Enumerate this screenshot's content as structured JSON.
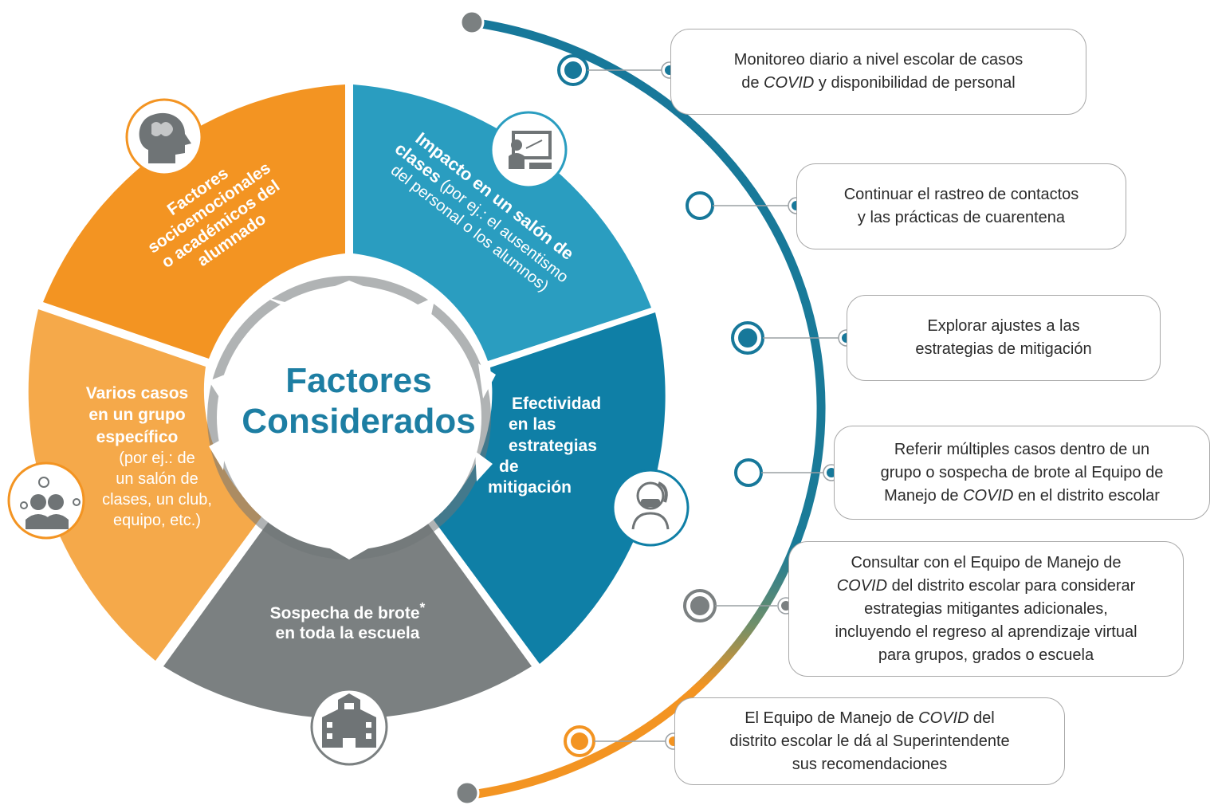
{
  "center": {
    "line1": "Factores",
    "line2": "Considerados"
  },
  "segments": {
    "impacto": {
      "bold1": "Impacto en un salón de",
      "bold2": "clases",
      "light2": " (por ej.: el ausentismo",
      "light3": "del personal o los alumnos)"
    },
    "efectividad": {
      "line1": "Efectividad",
      "line2": "en las",
      "line3": "estrategias",
      "line4": "de",
      "line5": "mitigación"
    },
    "sospecha": {
      "line1": "Sospecha de brote",
      "asterisk": "*",
      "line2": "en toda la escuela"
    },
    "varios": {
      "bold1": "Varios casos",
      "bold2": "en un grupo",
      "bold3": "específico",
      "light1": "(por ej.: de",
      "light2": "un salón de",
      "light3": "clases, un club,",
      "light4": "equipo, etc.)"
    },
    "factores": {
      "line1": "Factores",
      "line2": "socioemocionales",
      "line3": "o académicos del",
      "line4": "alumnado"
    }
  },
  "icons": [
    "brain-head-icon",
    "teacher-board-icon",
    "masked-person-icon",
    "school-building-icon",
    "group-gears-icon"
  ],
  "steps": [
    {
      "before": "Monitoreo diario a nivel escolar de casos",
      "line2a": "de ",
      "em": "COVID",
      "line2b": " y disponibilidad de personal"
    },
    {
      "line1": "Continuar el rastreo de contactos",
      "line2": "y las prácticas de cuarentena"
    },
    {
      "line1": "Explorar ajustes a las",
      "line2": "estrategias de mitigación"
    },
    {
      "line1": "Referir múltiples casos dentro de un",
      "line2": "grupo o sospecha de brote al Equipo de",
      "line3a": "Manejo de ",
      "em": "COVID",
      "line3b": " en el distrito escolar"
    },
    {
      "line1": "Consultar con el Equipo de Manejo de",
      "em": "COVID",
      "line2b": " del distrito escolar para considerar",
      "line3": "estrategias mitigantes adicionales,",
      "line4": "incluyendo el regreso al aprendizaje virtual",
      "line5": "para grupos, grados o escuela"
    },
    {
      "line1a": "El Equipo de Manejo de ",
      "em": "COVID",
      "line1b": " del",
      "line2": "distrito escolar le dá al Superintendente",
      "line3": "sus recomendaciones"
    }
  ],
  "colors": {
    "orange_dark": "#f39422",
    "orange_light": "#f5a94a",
    "teal_light": "#2a9dc0",
    "teal_dark": "#0f7fa6",
    "gray": "#7b8081",
    "title_blue": "#1d7ea3"
  }
}
